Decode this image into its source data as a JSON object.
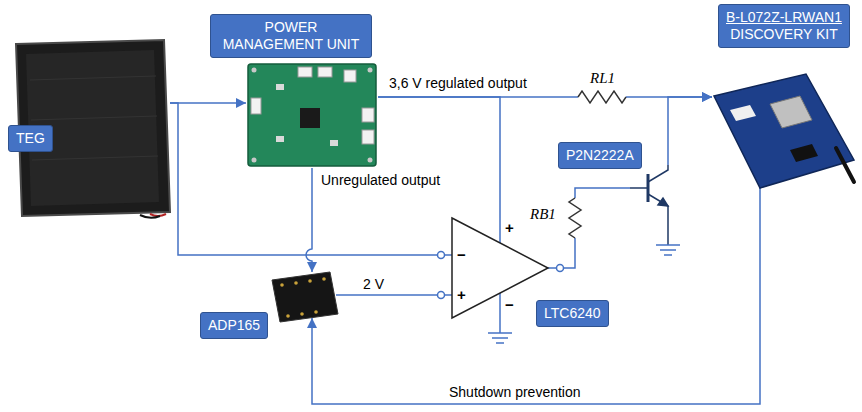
{
  "diagram": {
    "nodes": [
      {
        "text": [
          "TEG"
        ]
      },
      {
        "text": [
          "POWER MANAGEMENT UNIT"
        ]
      },
      {
        "text": [
          "B-L072Z-LRWAN1",
          "DISCOVERY KIT"
        ]
      },
      {
        "text": [
          "P2N2222A"
        ]
      },
      {
        "text": [
          "LTC6240"
        ]
      },
      {
        "text": [
          "ADP165"
        ]
      }
    ],
    "edges": [
      {
        "from": 0,
        "to": 1,
        "arrow": "to"
      },
      {
        "from": 1,
        "to": 2,
        "label": "3,6 V regulated output",
        "arrow": "to"
      },
      {
        "from": 1,
        "to": 4,
        "arrow": "none"
      },
      {
        "from": 0,
        "to": 4,
        "arrow": "none"
      },
      {
        "from": 1,
        "to": 5,
        "label": "Unregulated output",
        "arrow": "to"
      },
      {
        "from": 5,
        "to": 4,
        "label": "2 V",
        "arrow": "none"
      },
      {
        "from": 4,
        "to": 3,
        "arrow": "none"
      },
      {
        "from": 3,
        "to": 2,
        "arrow": "to"
      },
      {
        "from": 2,
        "to": 5,
        "label": "Shutdown prevention",
        "arrow": "to"
      }
    ],
    "labels": [
      "RL1",
      "RB1",
      "−",
      "+",
      "+",
      "−"
    ]
  }
}
